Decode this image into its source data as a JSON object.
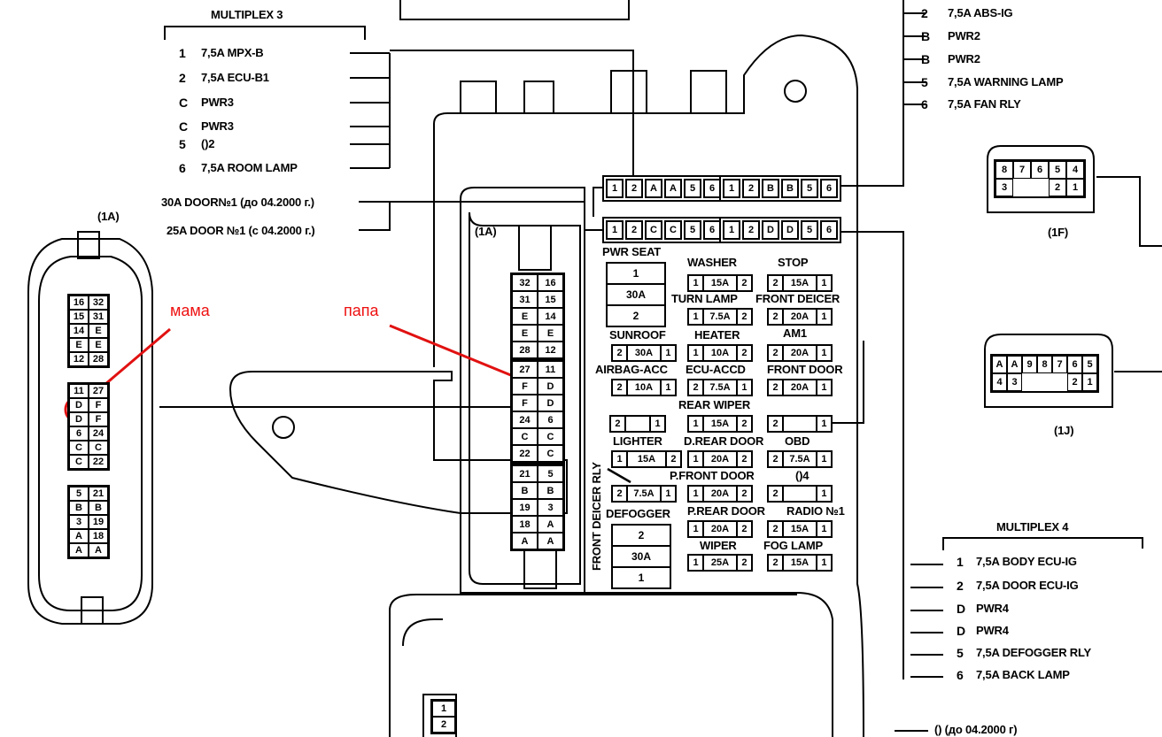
{
  "multiplex3": {
    "title": "MULTIPLEX 3",
    "items": [
      {
        "code": "1",
        "label": "7,5A MPX-B"
      },
      {
        "code": "2",
        "label": "7,5A ECU-B1"
      },
      {
        "code": "C",
        "label": "PWR3"
      },
      {
        "code": "C",
        "label": "PWR3"
      },
      {
        "code": "5",
        "label": "()2"
      },
      {
        "code": "6",
        "label": "7,5A ROOM LAMP"
      }
    ]
  },
  "door_labels": [
    "30A DOOR№1 (до 04.2000 г.)",
    "25A DOOR №1 (с 04.2000 г.)"
  ],
  "top_right_items": [
    {
      "code": "2",
      "label": "7,5A ABS-IG"
    },
    {
      "code": "B",
      "label": "PWR2"
    },
    {
      "code": "B",
      "label": "PWR2"
    },
    {
      "code": "5",
      "label": "7,5A WARNING LAMP"
    },
    {
      "code": "6",
      "label": "7,5A FAN RLY"
    }
  ],
  "multiplex4": {
    "title": "MULTIPLEX 4",
    "items": [
      {
        "code": "1",
        "label": "7,5A BODY ECU-IG"
      },
      {
        "code": "2",
        "label": "7,5A DOOR ECU-IG"
      },
      {
        "code": "D",
        "label": "PWR4"
      },
      {
        "code": "D",
        "label": "PWR4"
      },
      {
        "code": "5",
        "label": "7,5A DEFOGGER RLY"
      },
      {
        "code": "6",
        "label": "7,5A BACK LAMP"
      }
    ]
  },
  "bottom_note": "() (до 04.2000 г)",
  "annotations": {
    "mama": "мама",
    "papa": "папа",
    "color": "#e11111"
  },
  "connector_labels": {
    "left": "(1A)",
    "middle": "(1A)",
    "right_top": "(1F)",
    "right_bottom": "(1J)"
  },
  "mpx_connectors": [
    [
      "1",
      "2",
      "A",
      "A",
      "5",
      "6"
    ],
    [
      "1",
      "2",
      "B",
      "B",
      "5",
      "6"
    ],
    [
      "1",
      "2",
      "C",
      "C",
      "5",
      "6"
    ],
    [
      "1",
      "2",
      "D",
      "D",
      "5",
      "6"
    ]
  ],
  "left_connector": [
    [
      [
        "16",
        "32"
      ],
      [
        "15",
        "31"
      ],
      [
        "14",
        "E"
      ],
      [
        "E",
        "E"
      ],
      [
        "12",
        "28"
      ]
    ],
    [
      [
        "11",
        "27"
      ],
      [
        "D",
        "F"
      ],
      [
        "D",
        "F"
      ],
      [
        "6",
        "24"
      ],
      [
        "C",
        "C"
      ],
      [
        "C",
        "22"
      ]
    ],
    [
      [
        "5",
        "21"
      ],
      [
        "B",
        "B"
      ],
      [
        "3",
        "19"
      ],
      [
        "A",
        "18"
      ],
      [
        "A",
        "A"
      ]
    ]
  ],
  "middle_connector": [
    [
      [
        "32",
        "16"
      ],
      [
        "31",
        "15"
      ],
      [
        "E",
        "14"
      ],
      [
        "E",
        "E"
      ],
      [
        "28",
        "12"
      ]
    ],
    [
      [
        "27",
        "11"
      ],
      [
        "F",
        "D"
      ],
      [
        "F",
        "D"
      ],
      [
        "24",
        "6"
      ],
      [
        "C",
        "C"
      ],
      [
        "22",
        "C"
      ]
    ],
    [
      [
        "21",
        "5"
      ],
      [
        "B",
        "B"
      ],
      [
        "19",
        "3"
      ],
      [
        "18",
        "A"
      ],
      [
        "A",
        "A"
      ]
    ]
  ],
  "right_top_connector": [
    [
      "8",
      "7",
      "6",
      "5",
      "4"
    ],
    [
      "3",
      "",
      "",
      "2",
      "1"
    ]
  ],
  "right_bottom_connector": [
    [
      "A",
      "A",
      "9",
      "8",
      "7",
      "6",
      "5"
    ],
    [
      "4",
      "3",
      "",
      "",
      "",
      "2",
      "1"
    ]
  ],
  "bottom_small_box": [
    "1",
    "2"
  ],
  "big_fuses": [
    {
      "name": "PWR SEAT",
      "cells": [
        "1",
        "30A",
        "2"
      ]
    },
    {
      "name": "DEFOGGER",
      "cells": [
        "2",
        "30A",
        "1"
      ]
    }
  ],
  "fuses": [
    {
      "name": "WASHER",
      "cells": [
        "1",
        "15A",
        "2"
      ]
    },
    {
      "name": "STOP",
      "cells": [
        "2",
        "15A",
        "1"
      ]
    },
    {
      "name": "TURN LAMP",
      "cells": [
        "1",
        "7.5A",
        "2"
      ]
    },
    {
      "name": "FRONT DEICER",
      "cells": [
        "2",
        "20A",
        "1"
      ]
    },
    {
      "name": "SUNROOF",
      "cells": [
        "2",
        "30A",
        "1"
      ]
    },
    {
      "name": "HEATER",
      "cells": [
        "1",
        "10A",
        "2"
      ]
    },
    {
      "name": "AM1",
      "cells": [
        "2",
        "20A",
        "1"
      ]
    },
    {
      "name": "AIRBAG-ACC",
      "cells": [
        "2",
        "10A",
        "1"
      ]
    },
    {
      "name": "ECU-ACCD",
      "cells": [
        "2",
        "7.5A",
        "1"
      ]
    },
    {
      "name": "FRONT DOOR",
      "cells": [
        "2",
        "20A",
        "1"
      ]
    },
    {
      "name": "",
      "cells": [
        "2",
        "",
        "1"
      ]
    },
    {
      "name": "REAR WIPER",
      "cells": [
        "1",
        "15A",
        "2"
      ]
    },
    {
      "name": "",
      "cells": [
        "2",
        "",
        "1"
      ]
    },
    {
      "name": "LIGHTER",
      "cells": [
        "1",
        "15A",
        "2"
      ]
    },
    {
      "name": "D.REAR DOOR",
      "cells": [
        "1",
        "20A",
        "2"
      ]
    },
    {
      "name": "OBD",
      "cells": [
        "2",
        "7.5A",
        "1"
      ]
    },
    {
      "name": "",
      "cells": [
        "2",
        "7.5A",
        "1"
      ]
    },
    {
      "name": "P.FRONT DOOR",
      "cells": [
        "1",
        "20A",
        "2"
      ]
    },
    {
      "name": "()4",
      "cells": [
        "2",
        "",
        "1"
      ]
    },
    {
      "name": "P.REAR DOOR",
      "cells": [
        "1",
        "20A",
        "2"
      ]
    },
    {
      "name": "RADIO №1",
      "cells": [
        "2",
        "15A",
        "1"
      ]
    },
    {
      "name": "WIPER",
      "cells": [
        "1",
        "25A",
        "2"
      ]
    },
    {
      "name": "FOG LAMP",
      "cells": [
        "2",
        "15A",
        "1"
      ]
    }
  ],
  "vertical_label": "FRONT DEICER RLY"
}
